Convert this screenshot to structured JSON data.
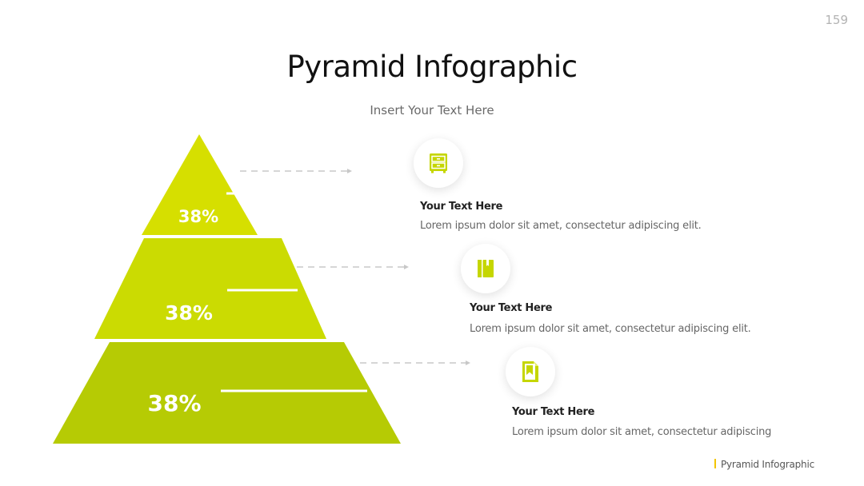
{
  "page_number": "159",
  "title": "Pyramid Infographic",
  "subtitle": "Insert Your Text Here",
  "colors": {
    "level_1": "#d6df00",
    "level_2": "#cbdb02",
    "level_3": "#b6cb04",
    "icon": "#c5d600",
    "connector": "#c8c8c8",
    "footer_accent": "#f2c500"
  },
  "levels": [
    {
      "percent": "38%",
      "icon": "cabinet-icon",
      "heading": "Your Text Here",
      "text": "Lorem ipsum dolor sit amet, consectetur adipiscing elit."
    },
    {
      "percent": "38%",
      "icon": "notebook-icon",
      "heading": "Your Text Here",
      "text": "Lorem ipsum dolor sit amet, consectetur adipiscing elit."
    },
    {
      "percent": "38%",
      "icon": "bookmark-document-icon",
      "heading": "Your Text Here",
      "text": "Lorem ipsum dolor sit amet, consectetur adipiscing"
    }
  ],
  "footer": "Pyramid Infographic"
}
